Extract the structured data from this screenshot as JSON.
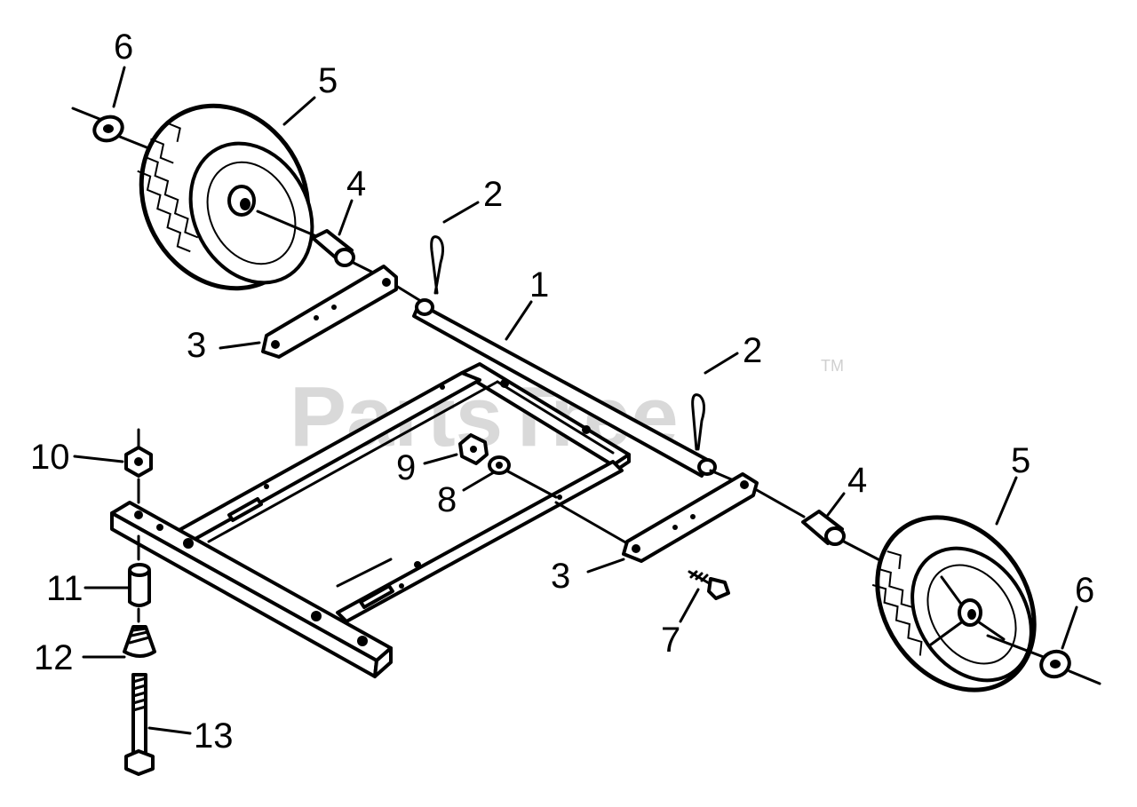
{
  "watermark": {
    "text": "PartsTree",
    "trademark": "TM"
  },
  "callouts": [
    {
      "id": "c6a",
      "label": "6"
    },
    {
      "id": "c5a",
      "label": "5"
    },
    {
      "id": "c4a",
      "label": "4"
    },
    {
      "id": "c2a",
      "label": "2"
    },
    {
      "id": "c1",
      "label": "1"
    },
    {
      "id": "c3a",
      "label": "3"
    },
    {
      "id": "c2b",
      "label": "2"
    },
    {
      "id": "c10",
      "label": "10"
    },
    {
      "id": "c9",
      "label": "9"
    },
    {
      "id": "c8",
      "label": "8"
    },
    {
      "id": "c4b",
      "label": "4"
    },
    {
      "id": "c5b",
      "label": "5"
    },
    {
      "id": "c3b",
      "label": "3"
    },
    {
      "id": "c11",
      "label": "11"
    },
    {
      "id": "c7",
      "label": "7"
    },
    {
      "id": "c6b",
      "label": "6"
    },
    {
      "id": "c12",
      "label": "12"
    },
    {
      "id": "c13",
      "label": "13"
    }
  ]
}
